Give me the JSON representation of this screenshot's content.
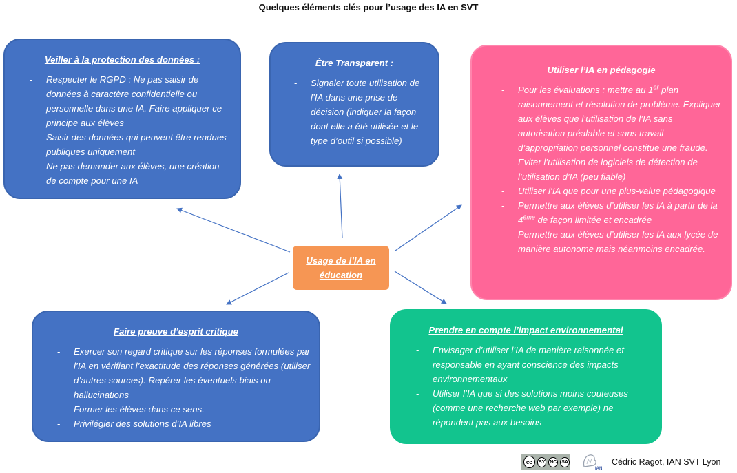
{
  "title": "Quelques éléments clés pour l’usage des IA en SVT",
  "center": {
    "label": "Usage de l’IA en éducation"
  },
  "boxes": {
    "protection": {
      "heading": "Veiller à la protection des données :",
      "items": [
        "Respecter le RGPD : Ne pas saisir de données à caractère confidentielle ou personnelle dans une IA.  Faire appliquer ce principe aux élèves",
        "Saisir des données qui peuvent être rendues publiques uniquement",
        "Ne pas demander aux élèves, une création de compte pour une IA"
      ]
    },
    "transparent": {
      "heading": "Être Transparent :",
      "items": [
        "Signaler toute utilisation de l’IA dans une prise de décision (indiquer la façon dont elle a été utilisée et le type d’outil si possible)"
      ]
    },
    "pedagogie": {
      "heading": "Utiliser l’IA en pédagogie",
      "item1_pre": "Pour les évaluations : mettre au 1",
      "item1_sup": "er",
      "item1_post": " plan raisonnement et résolution de problème. Expliquer aux élèves que l’utilisation de l’IA sans autorisation préalable et sans travail d’appropriation personnel constitue une fraude. Eviter l’utilisation de logiciels de détection de l’utilisation d’IA (peu fiable)",
      "item2": "Utiliser l’IA que pour une plus-value pédagogique",
      "item3_pre": "Permettre aux élèves d’utiliser les IA à partir de la 4",
      "item3_sup": "ème",
      "item3_post": " de façon limitée et encadrée",
      "item4": "Permettre aux élèves d’utiliser les IA aux lycée de manière autonome mais néanmoins encadrée."
    },
    "critique": {
      "heading": "Faire preuve d’esprit critique",
      "items": [
        "Exercer son regard critique sur les réponses formulées par l’IA en vérifiant l’exactitude des réponses générées (utiliser d’autres sources). Repérer les éventuels biais ou hallucinations",
        "Former les élèves dans ce sens.",
        "Privilégier des solutions d’IA libres"
      ]
    },
    "environnement": {
      "heading": "Prendre en compte l’impact environnemental",
      "items": [
        "Envisager d’utiliser l’IA de manière raisonnée et responsable en ayant conscience des impacts environnementaux",
        "Utiliser l’IA que si des solutions moins couteuses (comme une recherche web par exemple) ne répondent pas aux besoins"
      ]
    }
  },
  "dash": "-",
  "license": {
    "cc": "cc",
    "by": "BY",
    "nc": "NC",
    "sa": "SA"
  },
  "logo_text": "IAN",
  "credit": "Cédric Ragot, IAN SVT Lyon",
  "colors": {
    "blue": "#4472c4",
    "pink": "#ff6698",
    "green": "#12c48e",
    "orange": "#f69654",
    "arrow": "#4472c4"
  }
}
